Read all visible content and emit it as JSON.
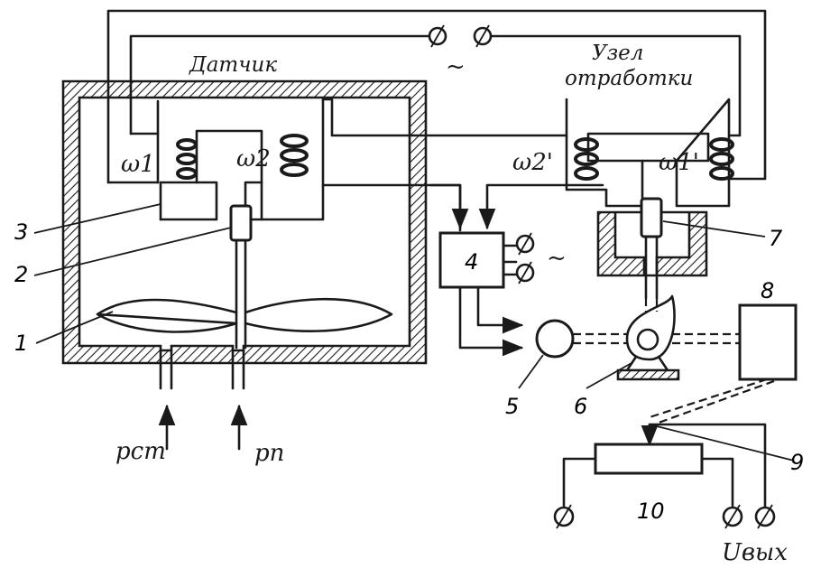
{
  "labels": {
    "sensor_title": "Датчик",
    "unit_title_line1": "Узел",
    "unit_title_line2": "отработки",
    "omega1": "ω1",
    "omega2": "ω2",
    "omega2p": "ω2'",
    "omega1p": "ω1'",
    "ac_top": "~",
    "ac_right": "~",
    "p_static": "рст",
    "p_dynamic": "рп",
    "u_out": "Uвых",
    "block4": "4",
    "block8": "8",
    "block10": "10"
  },
  "callouts": [
    "1",
    "2",
    "3",
    "5",
    "6",
    "7",
    "9"
  ]
}
